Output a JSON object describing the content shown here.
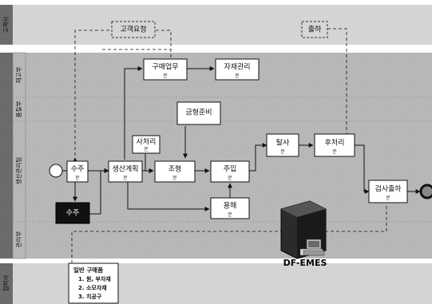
{
  "top_lane": {
    "label": "고객사"
  },
  "bottom_lane": {
    "label": "협력사"
  },
  "lanes": [
    {
      "label": "재고부"
    },
    {
      "label": "품질부"
    },
    {
      "label": "생산관리팀"
    },
    {
      "label": "관리부"
    }
  ],
  "external_boxes": {
    "customer": "고객요청",
    "delivery": "출하"
  },
  "tasks": {
    "purchase": "구매업무",
    "material": "자재관리",
    "mold": "금형준비",
    "preprocess": "사처리",
    "order_receive": "수주",
    "production_plan": "생산계획",
    "assembly": "조형",
    "injection": "주입",
    "demold": "탈사",
    "post_process": "후처리",
    "inspect_ship": "검사출하",
    "outsource": "용해",
    "order_intake": "수주"
  },
  "small_marker": "문",
  "system_label": "DF-EMES",
  "note_box": {
    "title": "일반 구매품",
    "items": [
      "1. 원, 부자재",
      "2. 소모자재",
      "3. 치공구"
    ]
  }
}
